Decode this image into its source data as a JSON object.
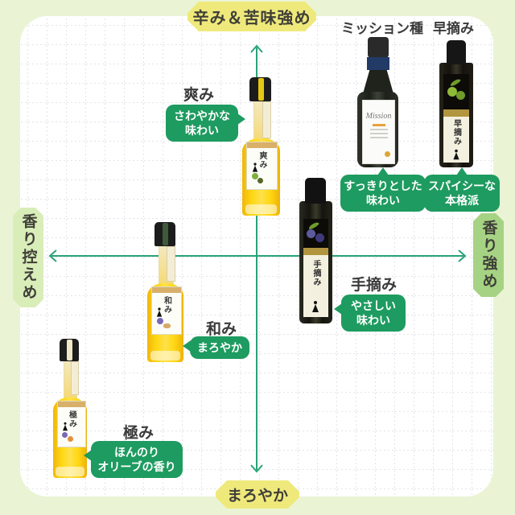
{
  "axes": {
    "top": "辛み＆苦味強め",
    "bottom": "まろやか",
    "left": "香り控えめ",
    "right": "香り強め"
  },
  "products": {
    "sawami": {
      "name": "爽み",
      "bottle_label": "爽み",
      "bubble1": "さわやかな",
      "bubble2": "味わい"
    },
    "nagomi": {
      "name": "和み",
      "bottle_label": "和み",
      "bubble1": "まろやか",
      "bubble2": ""
    },
    "kiwami": {
      "name": "極み",
      "bottle_label": "極み",
      "bubble1": "ほんのり",
      "bubble2": "オリーブの香り"
    },
    "tezumi": {
      "name": "手摘み",
      "bottle_label": "手摘み",
      "bubble1": "やさしい",
      "bubble2": "味わい"
    },
    "mission": {
      "name": "ミッション種",
      "bottle_label": "Mission",
      "bubble1": "すっきりとした",
      "bubble2": "味わい"
    },
    "hayazumi": {
      "name": "早摘み",
      "bottle_label": "早摘み",
      "bubble1": "スパイシーな",
      "bubble2": "本格派"
    }
  },
  "colors": {
    "page_border": "#eaf4d5",
    "axis": "#29a377",
    "bubble": "#1e9b60",
    "label_yellow": "#efe97c",
    "label_green_light": "#d9edb9",
    "label_green": "#a6d383"
  }
}
